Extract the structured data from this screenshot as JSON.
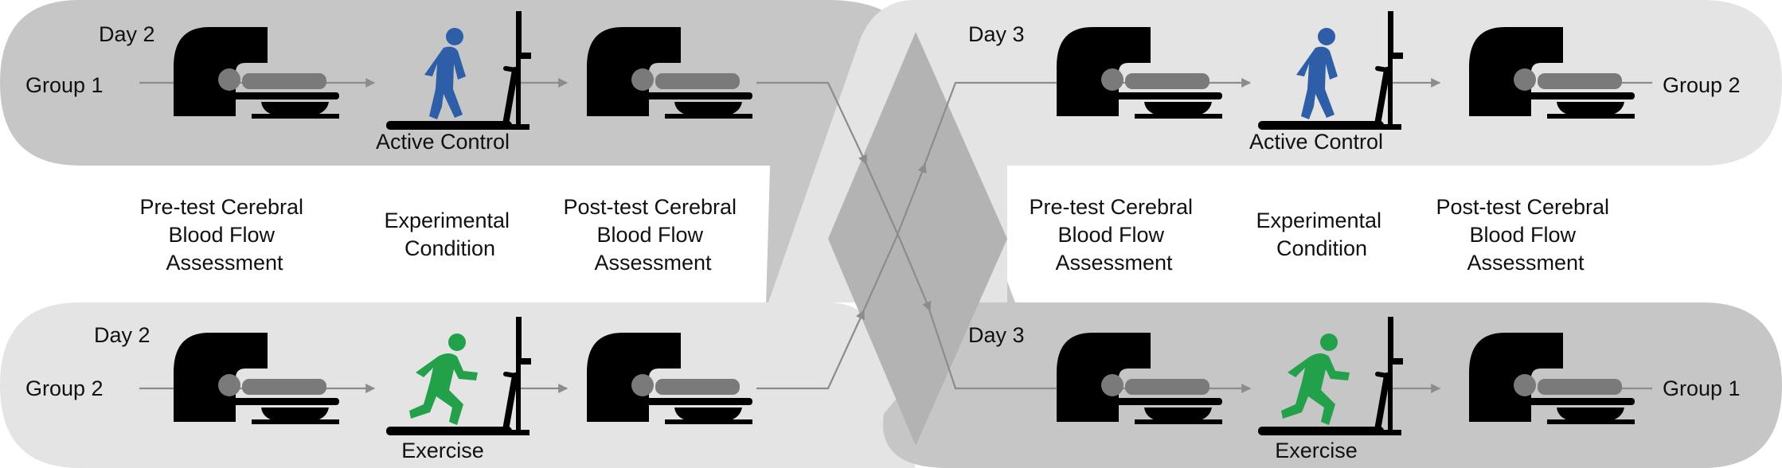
{
  "colors": {
    "band_dark": "#c6c6c6",
    "band_light": "#e4e4e4",
    "crossing": "#b3b3b3",
    "scanner": "#000000",
    "patient": "#7a7a7a",
    "flow_line": "#8c8c8c",
    "active_control_figure": "#2e5ea8",
    "exercise_figure": "#22a04a"
  },
  "icons": {
    "scanner": "mri-scanner-icon",
    "active_control": "walking-on-treadmill-icon",
    "exercise": "running-on-treadmill-icon"
  },
  "left": {
    "top_row": {
      "day": "Day 2",
      "group": "Group 1",
      "condition": "Active Control"
    },
    "bottom_row": {
      "day": "Day 2",
      "group": "Group 2",
      "condition": "Exercise"
    },
    "stage_labels": {
      "pre": [
        "Pre-test Cerebral",
        "Blood Flow",
        "Assessment"
      ],
      "condition": [
        "Experimental",
        "Condition"
      ],
      "post": [
        "Post-test Cerebral",
        "Blood Flow",
        "Assessment"
      ]
    }
  },
  "right": {
    "top_row": {
      "day": "Day 3",
      "group": "Group 2",
      "condition": "Active Control"
    },
    "bottom_row": {
      "day": "Day 3",
      "group": "Group 1",
      "condition": "Exercise"
    },
    "stage_labels": {
      "pre": [
        "Pre-test Cerebral",
        "Blood Flow",
        "Assessment"
      ],
      "condition": [
        "Experimental",
        "Condition"
      ],
      "post": [
        "Post-test Cerebral",
        "Blood Flow",
        "Assessment"
      ]
    }
  }
}
